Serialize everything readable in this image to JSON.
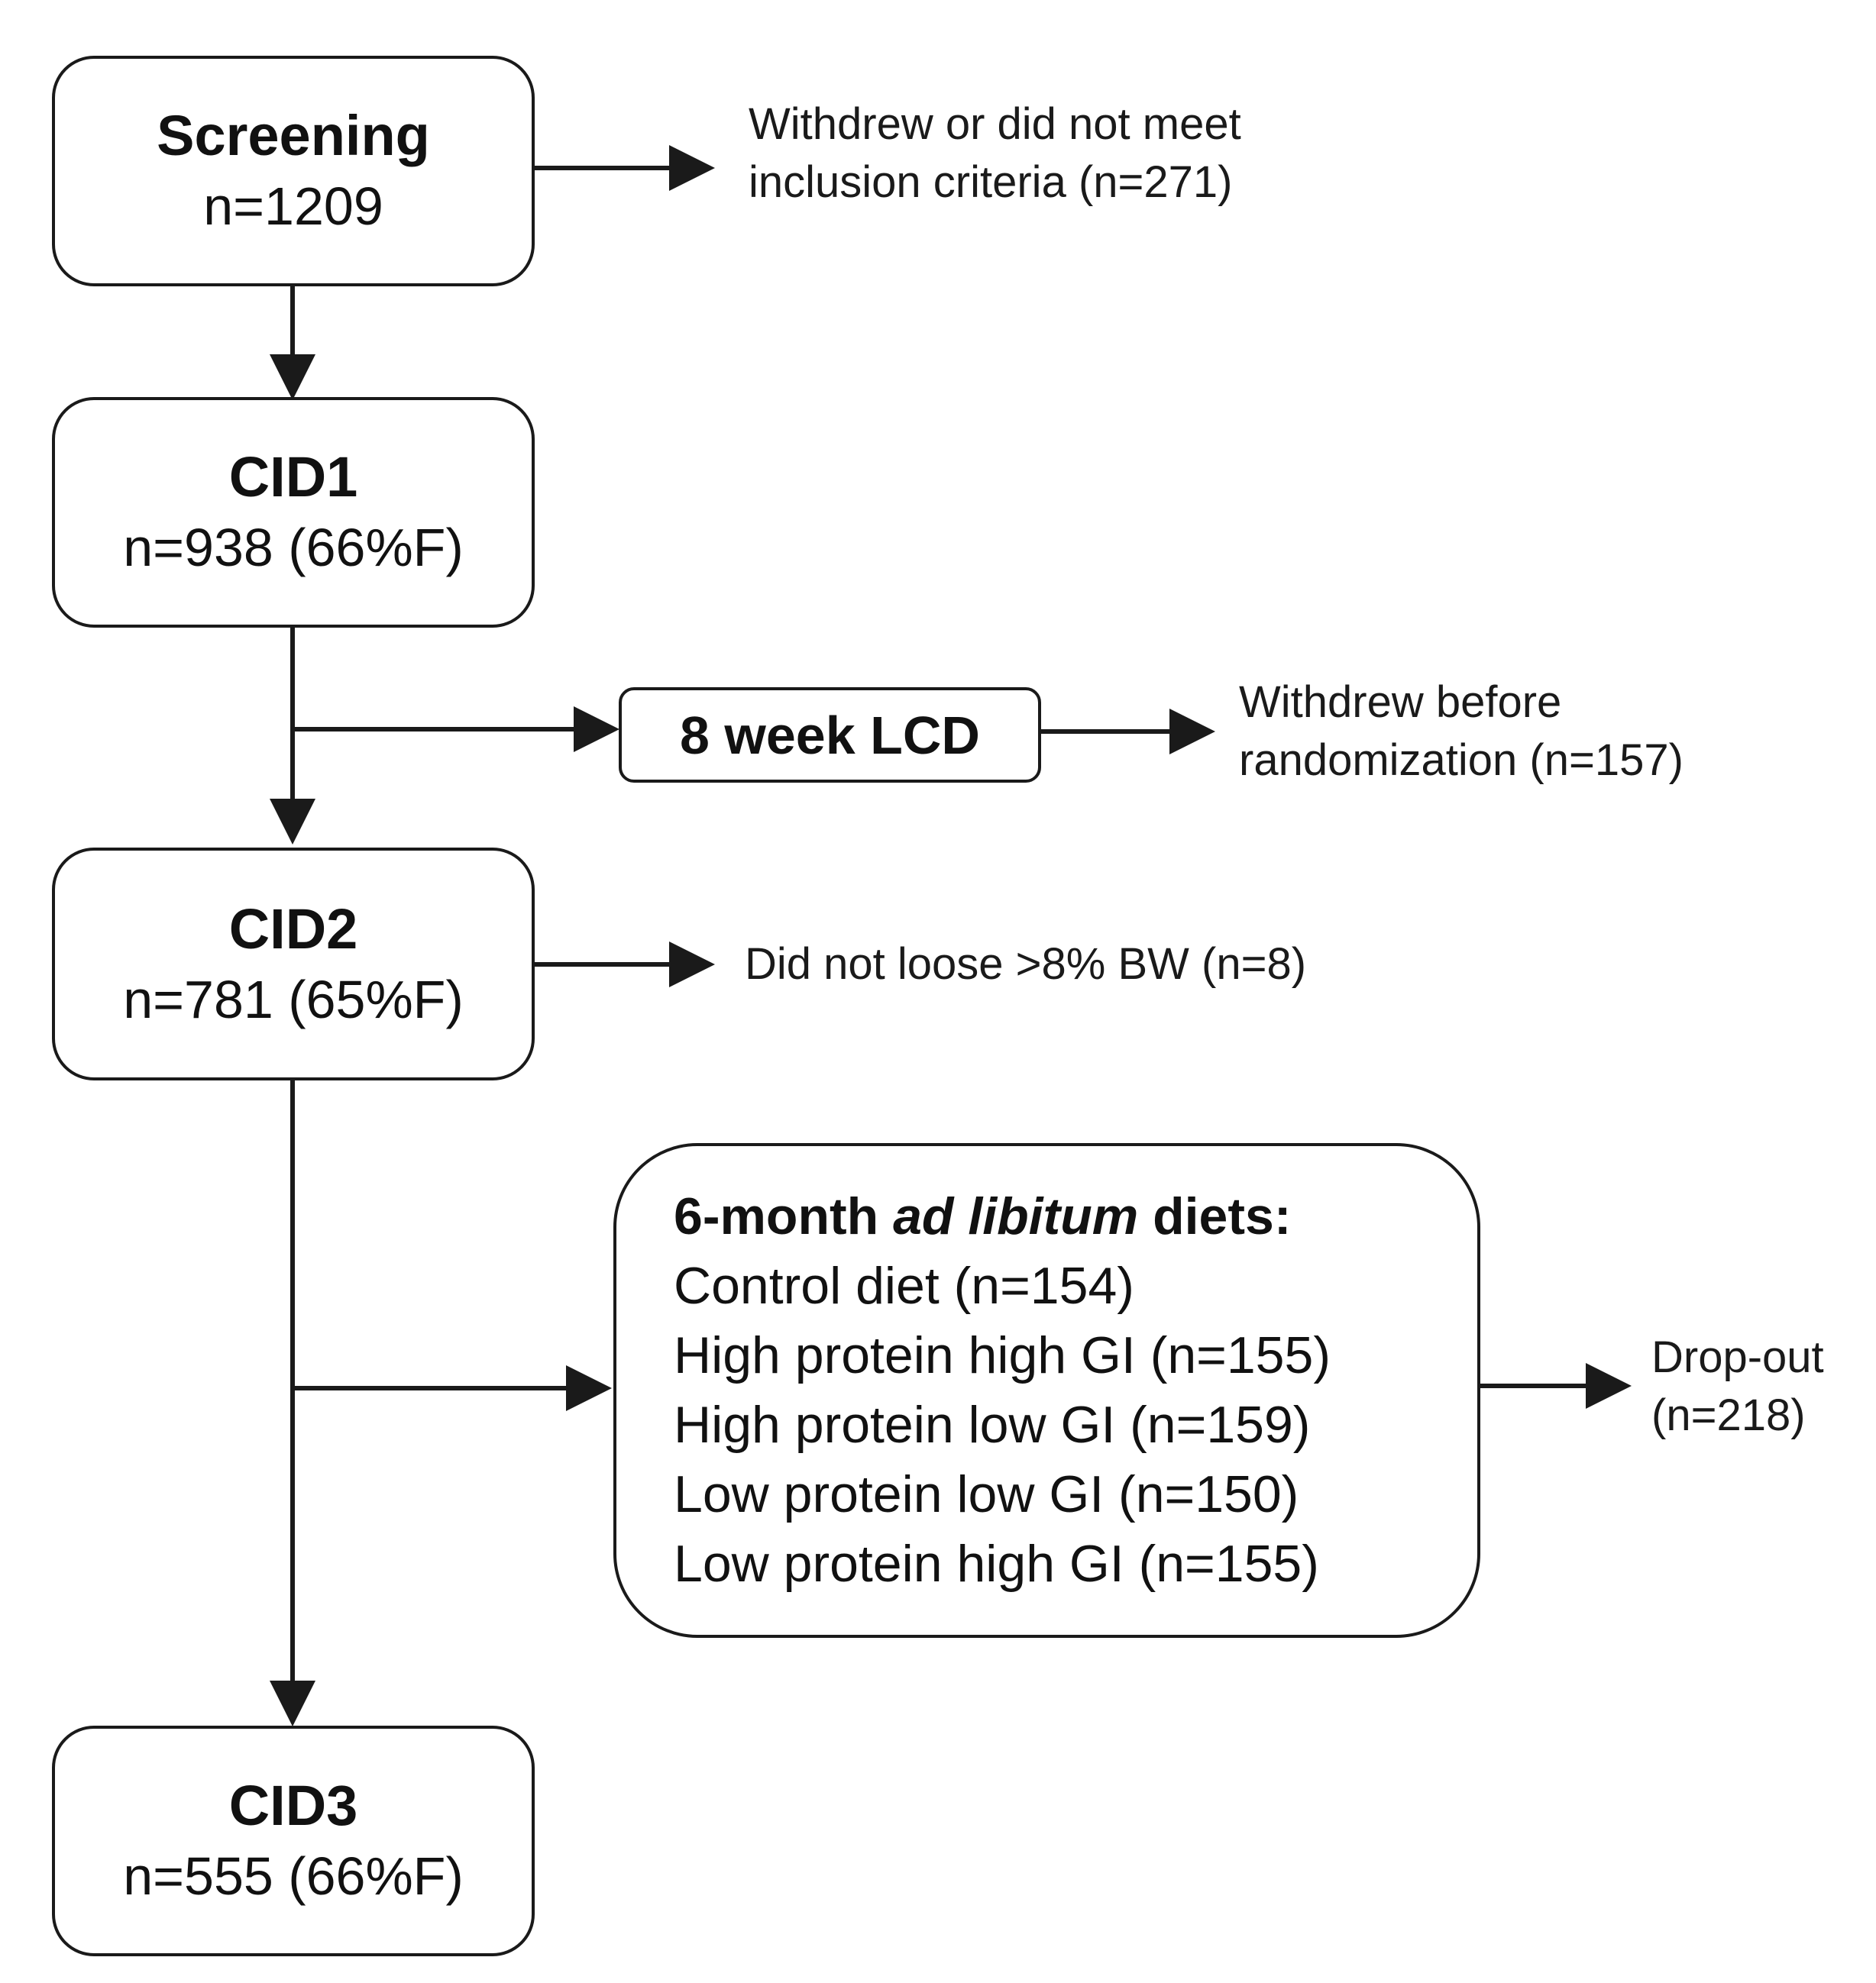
{
  "screening": {
    "title": "Screening",
    "count": "n=1209"
  },
  "screening_exclusion": {
    "line1": "Withdrew or did not meet",
    "line2": "inclusion criteria (n=271)"
  },
  "cid1": {
    "title": "CID1",
    "count": "n=938 (66%F)"
  },
  "lcd": {
    "label": "8 week LCD"
  },
  "lcd_withdrawal": {
    "line1": "Withdrew before",
    "line2": "randomization (n=157)"
  },
  "cid2": {
    "title": "CID2",
    "count": "n=781 (65%F)"
  },
  "cid2_exclusion": {
    "text": "Did not loose >8% BW (n=8)"
  },
  "diets": {
    "heading_prefix": "6-month",
    "heading_emphasis": "ad libitum",
    "heading_suffix": "diets:",
    "items": [
      "Control diet (n=154)",
      "High protein high GI (n=155)",
      "High protein low GI (n=159)",
      "Low protein low GI (n=150)",
      "Low protein high GI (n=155)"
    ]
  },
  "dropout": {
    "line1": "Drop-out",
    "line2": "(n=218)"
  },
  "cid3": {
    "title": "CID3",
    "count": "n=555 (66%F)"
  }
}
